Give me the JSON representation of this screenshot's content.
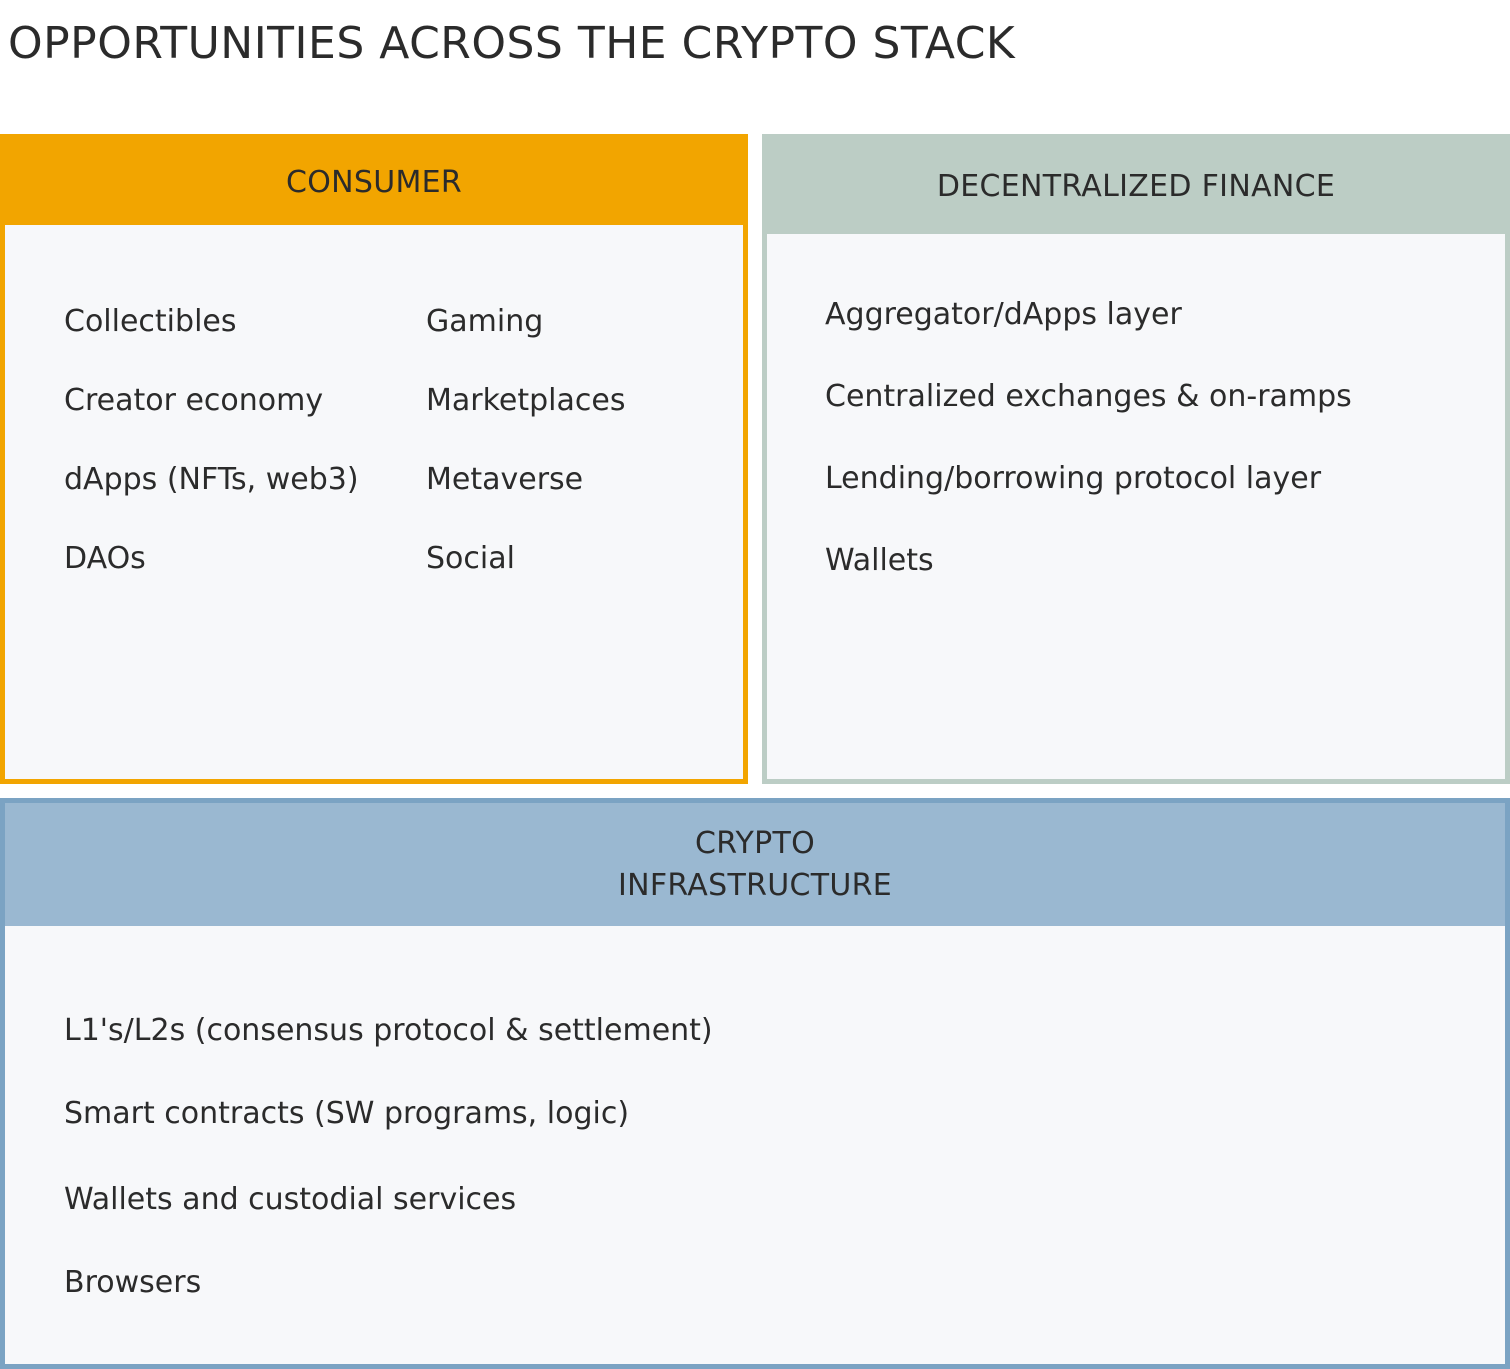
{
  "title": "OPPORTUNITIES ACROSS THE CRYPTO STACK",
  "consumer": {
    "header": "CONSUMER",
    "color": "#f2a500",
    "left_items": [
      "Collectibles",
      "Creator economy",
      "dApps (NFTs, web3)",
      "DAOs"
    ],
    "right_items": [
      "Gaming",
      "Marketplaces",
      "Metaverse",
      "Social"
    ]
  },
  "defi": {
    "header": "DECENTRALIZED FINANCE",
    "color": "#bccdc5",
    "items": [
      "Aggregator/dApps layer",
      "Centralized exchanges & on-ramps",
      "Lending/borrowing protocol layer",
      "Wallets"
    ]
  },
  "infrastructure": {
    "header_line1": "CRYPTO",
    "header_line2": "INFRASTRUCTURE",
    "color": "#9ab8d1",
    "items": [
      "L1's/L2s (consensus protocol & settlement)",
      "Smart contracts (SW programs, logic)",
      "Wallets and custodial services",
      "Browsers"
    ]
  }
}
